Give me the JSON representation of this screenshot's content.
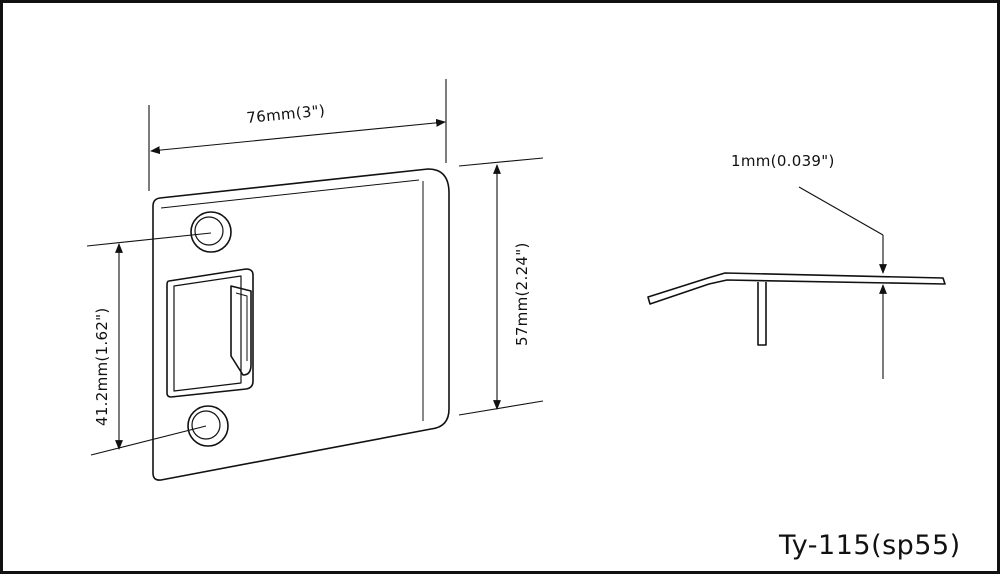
{
  "drawing": {
    "dimensions": {
      "width": "76mm(3\")",
      "height": "57mm(2.24\")",
      "hole_spacing": "41.2mm(1.62\")",
      "thickness": "1mm(0.039\")"
    },
    "model_label": "Ty-115(sp55)",
    "colors": {
      "line": "#111111",
      "background": "#ffffff"
    }
  }
}
